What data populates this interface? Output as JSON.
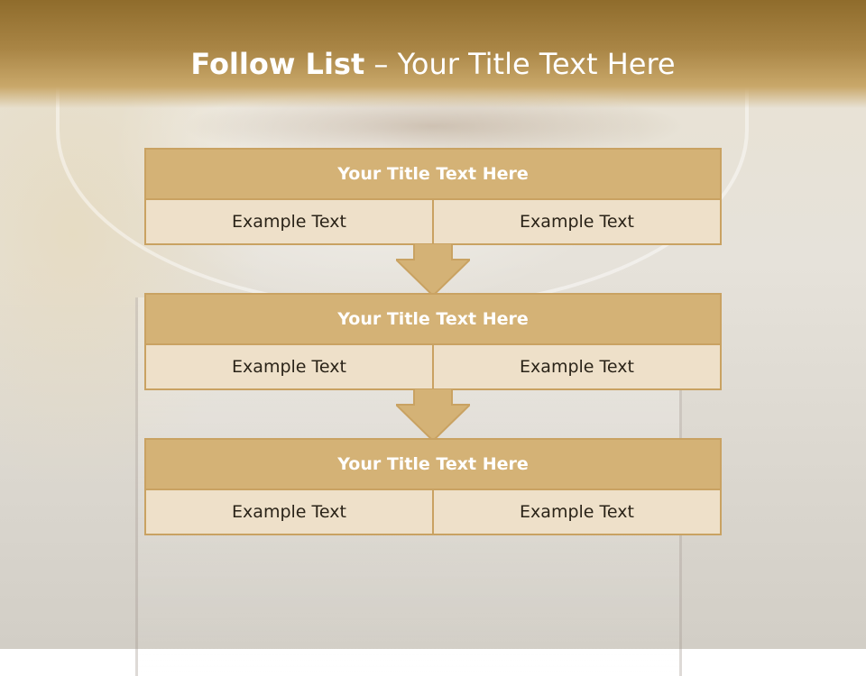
{
  "slide": {
    "title_bold": "Follow List",
    "title_rest": "– Your Title Text Here"
  },
  "flow": {
    "steps": [
      {
        "title": "Your Title Text Here",
        "left": "Example Text",
        "right": "Example Text"
      },
      {
        "title": "Your Title Text Here",
        "left": "Example Text",
        "right": "Example Text"
      },
      {
        "title": "Your Title Text Here",
        "left": "Example Text",
        "right": "Example Text"
      }
    ]
  },
  "colors": {
    "header": "#a98545",
    "box_title": "#d4b276",
    "box_cell": "#eee0c9",
    "border": "#c9a262"
  }
}
